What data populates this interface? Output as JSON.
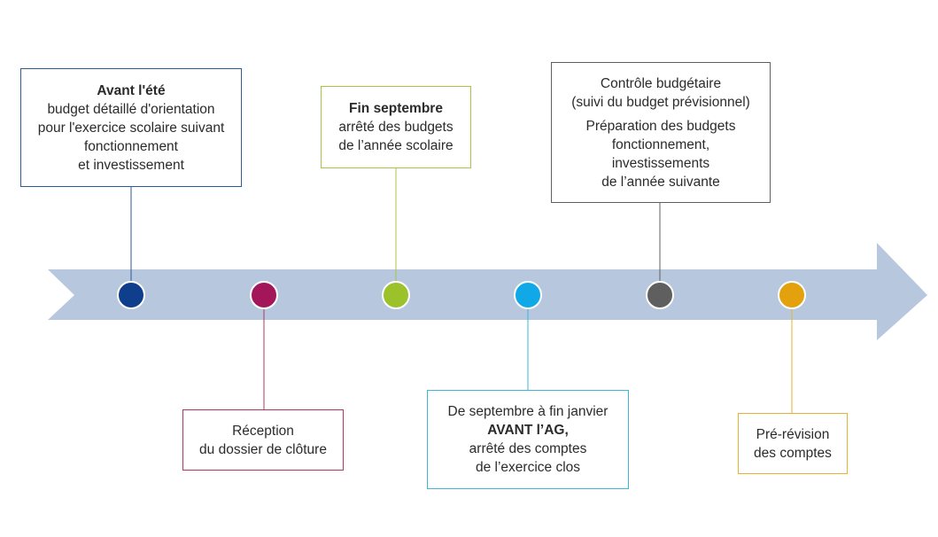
{
  "colors": {
    "arrow": "#b7c7dd",
    "dot_1": "#0f3f8c",
    "dot_2": "#a3175a",
    "dot_3": "#9cc22b",
    "dot_4": "#10a8e6",
    "dot_5": "#5f5f5f",
    "dot_6": "#e3a10d"
  },
  "events": {
    "avant_ete": {
      "title": "Avant l'été",
      "lines": [
        "budget détaillé d'orientation",
        "pour l'exercice scolaire suivant",
        "fonctionnement",
        "et investissement"
      ],
      "color": "#2e5a96"
    },
    "reception": {
      "lines": [
        "Réception",
        "du dossier de clôture"
      ],
      "color": "#b0385f"
    },
    "fin_septembre": {
      "title": "Fin septembre",
      "lines": [
        "arrêté des budgets",
        "de l’année scolaire"
      ],
      "color": "#a7c443"
    },
    "septembre_janvier": {
      "line_1": "De septembre à fin janvier",
      "title": "AVANT l’AG,",
      "lines": [
        "arrêté des comptes",
        "de l’exercice clos"
      ],
      "color": "#3fb6d8"
    },
    "controle": {
      "lines_top": [
        "Contrôle budgétaire",
        "(suivi du budget prévisionnel)"
      ],
      "lines_bottom": [
        "Préparation des budgets",
        "fonctionnement,",
        "investissements",
        "de l’année suivante"
      ],
      "color": "#5f5f5f"
    },
    "pre_revision": {
      "lines": [
        "Pré-révision",
        "des comptes"
      ],
      "color": "#e4b331"
    }
  }
}
